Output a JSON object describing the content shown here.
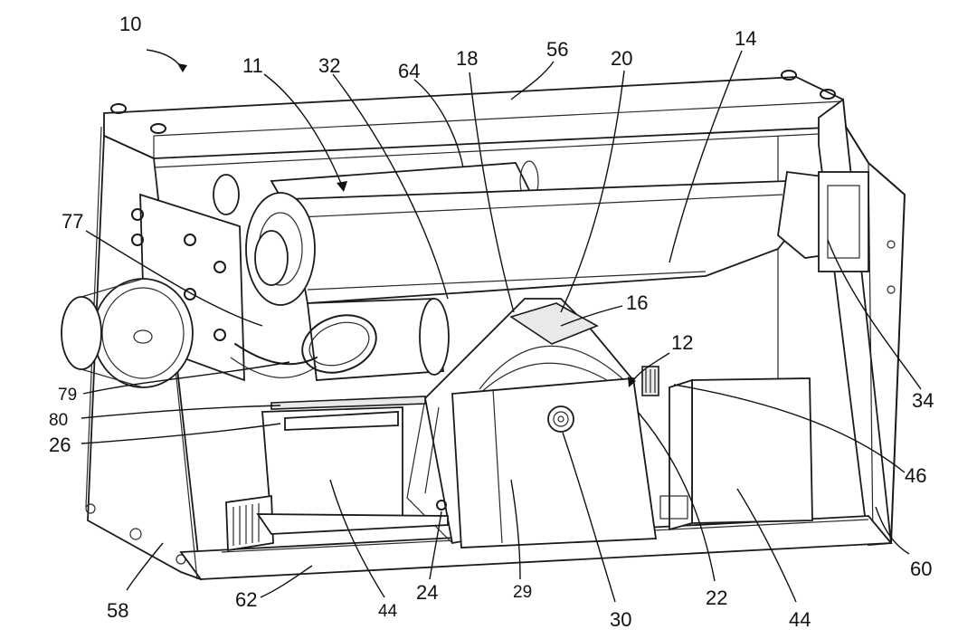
{
  "labels": {
    "l10": "10",
    "l11": "11",
    "l32": "32",
    "l64": "64",
    "l18": "18",
    "l56": "56",
    "l20": "20",
    "l14": "14",
    "l77": "77",
    "l16": "16",
    "l12": "12",
    "l34": "34",
    "l79": "79",
    "l80": "80",
    "l26": "26",
    "l46": "46",
    "l60": "60",
    "l58": "58",
    "l62": "62",
    "l44a": "44",
    "l24": "24",
    "l29": "29",
    "l30": "30",
    "l22": "22",
    "l44b": "44"
  },
  "colors": {
    "line": "#1a1a1a",
    "background": "#ffffff"
  }
}
